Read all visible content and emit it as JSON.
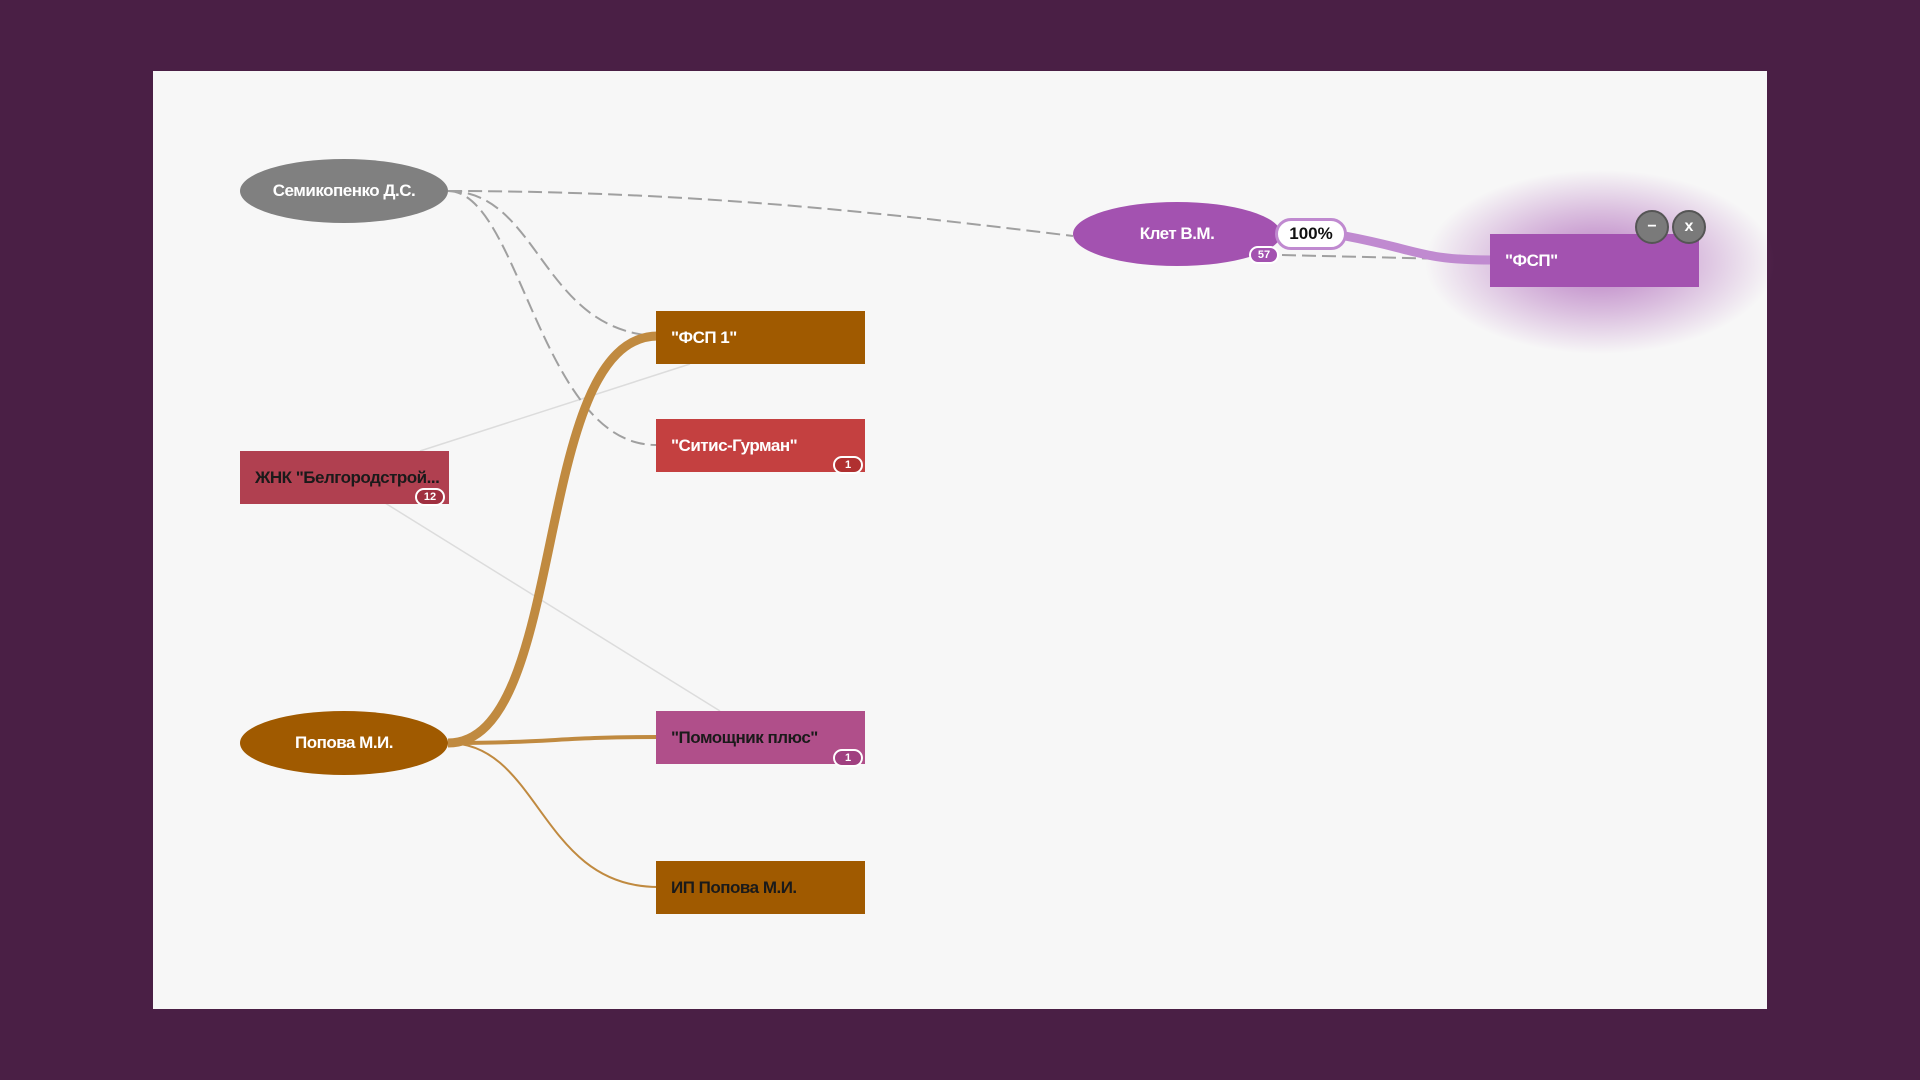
{
  "nodes": {
    "semikopenko": {
      "label": "Семикопенко Д.С.",
      "color": "#808080"
    },
    "klet": {
      "label": "Клет В.М.",
      "color": "#a352b0",
      "badge": "57",
      "share": "100%"
    },
    "fsp": {
      "label": "\"ФСП\"",
      "color": "#a352b0"
    },
    "fsp1": {
      "label": "\"ФСП 1\"",
      "color": "#a05a00"
    },
    "sitis": {
      "label": "\"Ситис-Гурман\"",
      "color": "#c44040",
      "badge": "1"
    },
    "zhnk": {
      "label": "ЖНК \"Белгородстрой...",
      "color": "#b04050",
      "badge": "12"
    },
    "popova": {
      "label": "Попова М.И.",
      "color": "#a05a00"
    },
    "pomoshnik": {
      "label": "\"Помощник плюс\"",
      "color": "#b04f8a",
      "badge": "1"
    },
    "ip_popova": {
      "label": "ИП Попова М.И.",
      "color": "#a05a00"
    }
  },
  "controls": {
    "collapse": "−",
    "close": "x"
  }
}
